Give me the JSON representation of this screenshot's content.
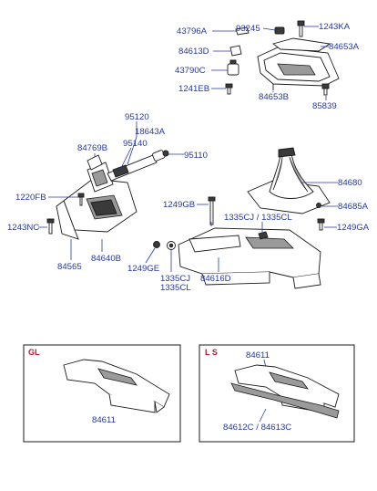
{
  "labels": {
    "p43796A": "43796A",
    "p93245": "93245",
    "p1243KA": "1243KA",
    "p84613D": "84613D",
    "p84653A": "84653A",
    "p43790C": "43790C",
    "p1241EB": "1241EB",
    "p84653B": "84653B",
    "p85839": "85839",
    "p95120": "95120",
    "p18643A": "18643A",
    "p84769B": "84769B",
    "p95140": "95140",
    "p95110": "95110",
    "p84680": "84680",
    "p1220FB": "1220FB",
    "p84685A": "84685A",
    "p1249GB": "1249GB",
    "p1335CJ_1335CL": "1335CJ / 1335CL",
    "p1249GA": "1249GA",
    "p1243NC": "1243NC",
    "p84640B": "84640B",
    "p84565": "84565",
    "p1249GE": "1249GE",
    "p1335CJ": "1335CJ",
    "p1335CL": "1335CL",
    "p84616D": "84616D"
  },
  "variants": {
    "gl": {
      "tag": "GL",
      "part": "84611"
    },
    "ls": {
      "tag": "L S",
      "part_top": "84611",
      "part_bottom": "84612C / 84613C"
    }
  },
  "colors": {
    "label": "#2438a8",
    "variant_tag": "#c8102e",
    "outline": "#1a1a1a"
  }
}
